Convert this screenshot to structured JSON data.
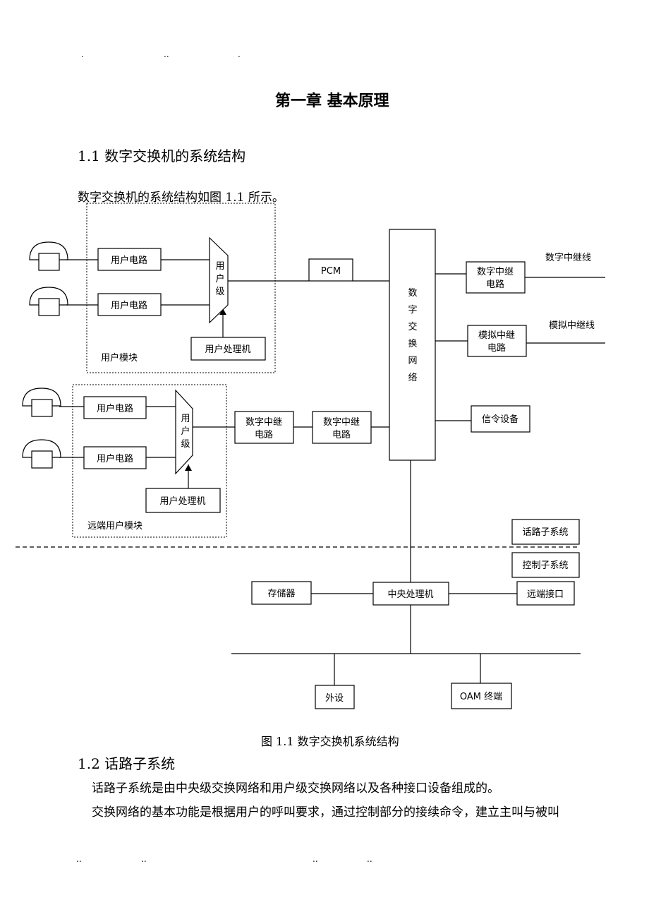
{
  "header": {
    "dots": [
      ".",
      "..",
      "."
    ]
  },
  "footer": {
    "dots": [
      "..",
      "..",
      "..",
      ".."
    ]
  },
  "chapter_title": "第一章  基本原理",
  "section1": {
    "heading": "1.1  数字交换机的系统结构",
    "intro": "数字交换机的系统结构如图 1.1 所示。"
  },
  "diagram": {
    "user_circuit_1": "用户电路",
    "user_circuit_2": "用户电路",
    "user_circuit_3": "用户电路",
    "user_circuit_4": "用户电路",
    "user_stage_1": [
      "用",
      "户",
      "级"
    ],
    "user_stage_2": [
      "用",
      "户",
      "级"
    ],
    "user_processor_1": "用户处理机",
    "user_processor_2": "用户处理机",
    "user_module": "用户模块",
    "remote_user_module": "远端用户模块",
    "pcm": "PCM",
    "digital_trunk_remote_a": [
      "数字中继",
      "电路"
    ],
    "digital_trunk_remote_b": [
      "数字中继",
      "电路"
    ],
    "switch_network": [
      "数",
      "字",
      "交",
      "换",
      "网",
      "络"
    ],
    "digital_trunk_circuit": [
      "数字中继",
      "电路"
    ],
    "analog_trunk_circuit": [
      "模拟中继",
      "电路"
    ],
    "digital_trunk_line": "数字中继线",
    "analog_trunk_line": "模拟中继线",
    "signaling_equipment": "信令设备",
    "speech_subsystem": "话路子系统",
    "control_subsystem": "控制子系统",
    "memory": "存储器",
    "central_processor": "中央处理机",
    "remote_interface": "远端接口",
    "peripheral": "外设",
    "oam_terminal": "OAM 终端"
  },
  "figure_caption": "图 1.1  数字交换机系统结构",
  "section2": {
    "heading": "1.2  话路子系统",
    "para1": "话路子系统是由中央级交换网络和用户级交换网络以及各种接口设备组成的。",
    "para2": "交换网络的基本功能是根据用户的呼叫要求，通过控制部分的接续命令，建立主叫与被叫"
  }
}
